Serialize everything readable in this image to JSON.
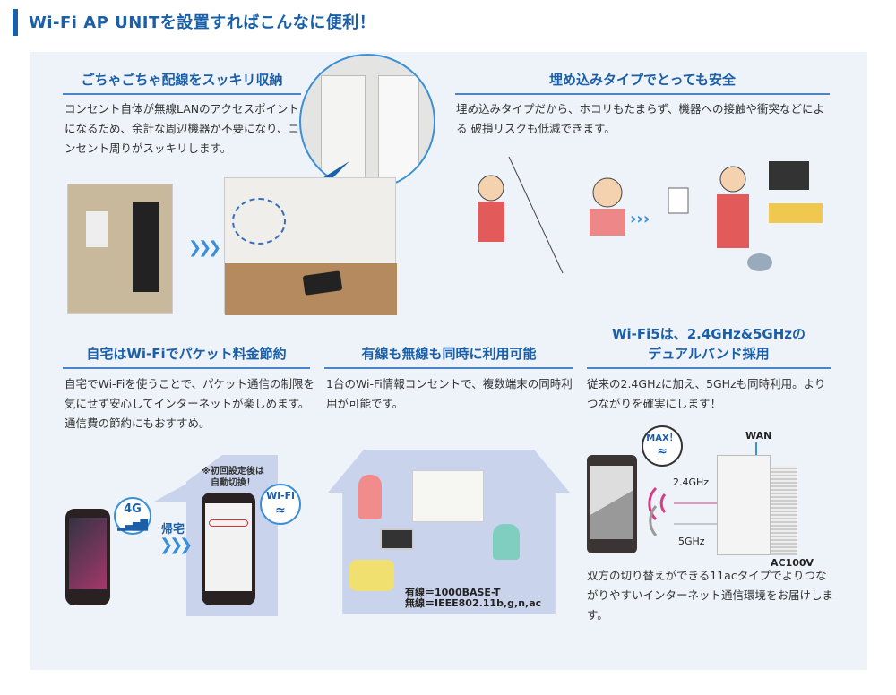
{
  "page_title": "Wi-Fi AP UNITを設置すればこんなに便利！",
  "sections": [
    {
      "heading": "ごちゃごちゃ配線をスッキリ収納",
      "body": "コンセント自体が無線LANのアクセスポイントになるため、余計な周辺機器が不要になり、コンセント周りがスッキリします。"
    },
    {
      "heading": "埋め込みタイプでとっても安全",
      "body": "埋め込みタイプだから、ホコリもたまらず、機器への接触や衝突などによる 破損リスクも低減できます。"
    },
    {
      "heading": "自宅はWi-Fiでパケット料金節約",
      "body": "自宅でWi-Fiを使うことで、パケット通信の制限を 気にせず安心してインターネットが楽しめます。 通信費の節約にもおすすめ。",
      "labels": {
        "lte": "4G",
        "home": "帰宅",
        "note1": "※初回設定後は",
        "note2": "自動切換！",
        "wifi": "Wi-Fi"
      }
    },
    {
      "heading": "有線も無線も同時に利用可能",
      "body": "1台のWi-Fi情報コンセントで、複数端末の同時利用が可能です。",
      "labels": {
        "wired": "有線＝1000BASE-T",
        "wireless": "無線＝IEEE802.11b,g,n,ac"
      }
    },
    {
      "heading_line1": "Wi-Fi5は、2.4GHz&5GHzの",
      "heading_line2": "デュアルバンド採用",
      "body": "従来の2.4GHzに加え、5GHzも同時利用。よりつながりを確実にします！",
      "body2": "双方の切り替えができる11acタイプでよりつながりやすいインターネット通信環境をお届けします。",
      "labels": {
        "max": "MAX！",
        "ghz24": "2.4GHz",
        "ghz5": "5GHz",
        "wan": "WAN",
        "ac": "AC100V"
      }
    }
  ],
  "colors": {
    "accent": "#1a5fa8",
    "panel": "#eef3fa",
    "house": "#c9d4ec"
  }
}
